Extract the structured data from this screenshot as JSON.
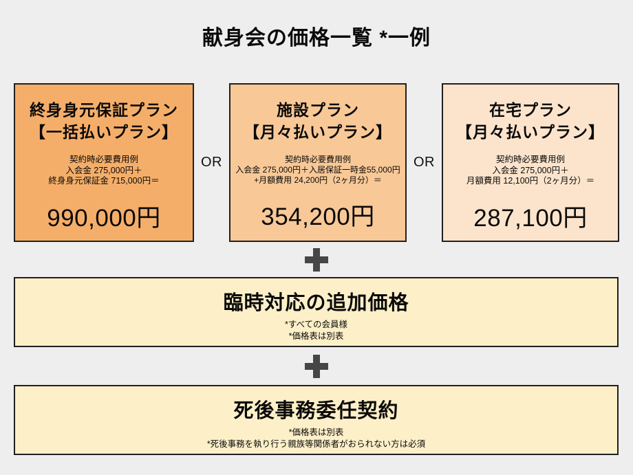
{
  "page": {
    "title": "献身会の価格一覧 *一例",
    "background_color": "#eeeeee",
    "box_border_color": "#1f1f1f",
    "plus_icon_color": "#464646"
  },
  "or_label": "OR",
  "plus_icon": "plus",
  "plans": [
    {
      "title_line1": "終身身元保証プラン",
      "title_line2": "【一括払いプラン】",
      "details": [
        "契約時必要費用例",
        "入会金 275,000円＋",
        "終身身元保証金 715,000円＝"
      ],
      "price": "990,000円",
      "bg_color": "#f5ae69"
    },
    {
      "title_line1": "施設プラン",
      "title_line2": "【月々払いプラン】",
      "details": [
        "契約時必要費用例",
        "入会金 275,000円＋入居保証一時金55,000円",
        "+月額費用 24,200円（2ヶ月分）＝"
      ],
      "price": "354,200円",
      "bg_color": "#f8c897"
    },
    {
      "title_line1": "在宅プラン",
      "title_line2": "【月々払いプラン】",
      "details": [
        "契約時必要費用例",
        "入会金 275,000円＋",
        "月額費用 12,100円（2ヶ月分）＝"
      ],
      "price": "287,100円",
      "bg_color": "#fce4cc"
    }
  ],
  "extra_boxes": [
    {
      "title": "臨時対応の追加価格",
      "notes": [
        "*すべての会員様",
        "*価格表は別表"
      ],
      "bg_color": "#fdf0c8"
    },
    {
      "title": "死後事務委任契約",
      "notes": [
        "*価格表は別表",
        "*死後事務を執り行う親族等関係者がおられない方は必須"
      ],
      "bg_color": "#fdf0c8"
    }
  ]
}
